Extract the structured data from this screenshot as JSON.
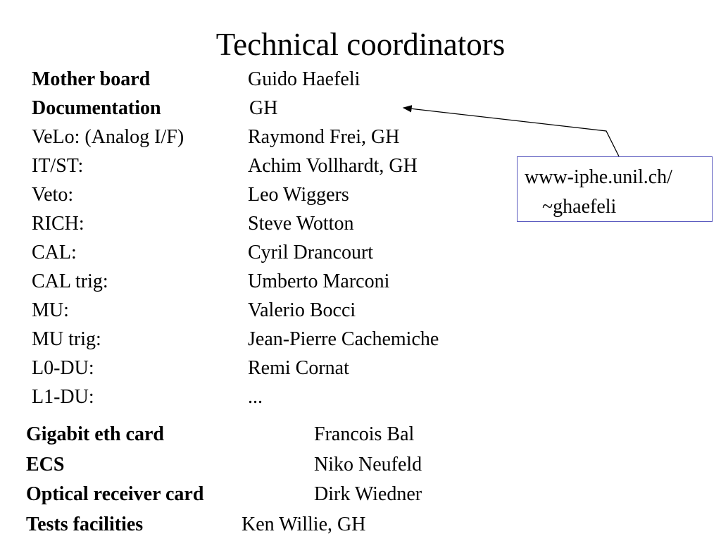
{
  "title": "Technical coordinators",
  "coordinators": [
    {
      "label": "Mother board",
      "name": "Guido Haefeli",
      "bold": true
    },
    {
      "label": "Documentation",
      "name": "GH",
      "bold": true
    },
    {
      "label": "VeLo: (Analog I/F)",
      "name": "Raymond Frei, GH",
      "bold": false
    },
    {
      "label": "IT/ST:",
      "name": "Achim Vollhardt, GH",
      "bold": false
    },
    {
      "label": "Veto:",
      "name": "Leo Wiggers",
      "bold": false
    },
    {
      "label": "RICH:",
      "name": "Steve Wotton",
      "bold": false
    },
    {
      "label": "CAL:",
      "name": "Cyril Drancourt",
      "bold": false
    },
    {
      "label": "CAL trig:",
      "name": "Umberto Marconi",
      "bold": false
    },
    {
      "label": "MU:",
      "name": "Valerio Bocci",
      "bold": false
    },
    {
      "label": "MU trig:",
      "name": "Jean-Pierre Cachemiche",
      "bold": false
    },
    {
      "label": "L0-DU:",
      "name": "Remi Cornat",
      "bold": false
    },
    {
      "label": "L1-DU:",
      "name": "...",
      "bold": false
    }
  ],
  "other_roles": [
    {
      "label": "Gigabit eth card",
      "name": "Francois Bal"
    },
    {
      "label": "ECS",
      "name": "Niko Neufeld"
    },
    {
      "label": "Optical receiver card",
      "name": "Dirk Wiedner"
    },
    {
      "label": "Tests facilities",
      "name": "Ken Willie, GH"
    }
  ],
  "callout": {
    "line1": "www-iphe.unil.ch/",
    "line2": "~ghaefeli"
  }
}
